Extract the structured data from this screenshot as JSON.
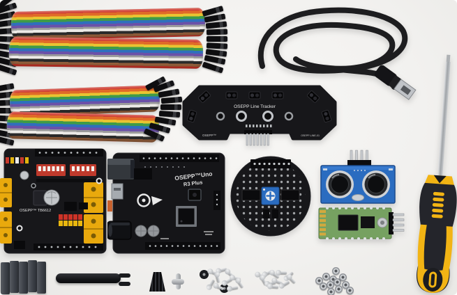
{
  "scene": {
    "description": "Flat-lay product photo of an OSEPP robotics electronics kit on a white background",
    "background": "#f2f1ef"
  },
  "colors": {
    "pcb-black": "#17171a",
    "pcb-blue": "#2a6cc0",
    "pcb-green": "#76a161",
    "terminal-yellow": "#e9a90d",
    "dip-red": "#bf3a2c",
    "handle-yellow": "#f2b414",
    "handle-black": "#24252b",
    "cable-black": "#1d1d1f",
    "metal-silver": "#c7cacd",
    "silkscreen-white": "#e4e4e4"
  },
  "items": {
    "jumper_bundle_top": {
      "name": "Rainbow ribbon jumper wires with black pin connectors",
      "wire_colors": [
        "red",
        "orange",
        "yellow",
        "green",
        "blue",
        "purple",
        "gray",
        "white",
        "black",
        "brown"
      ]
    },
    "jumper_bundle_bottom": {
      "name": "Second rainbow ribbon jumper wire bundle"
    },
    "usb_cable": {
      "name": "Coiled black USB-A cable"
    },
    "line_tracker": {
      "title": "OSEPP Line Tracker",
      "brand": "OSEPP™",
      "part_number": "OSEPP-LINE-01"
    },
    "motor_shield": {
      "title": "OSEPP™ TB6612"
    },
    "uno_board": {
      "title_line1": "OSEPP™Uno",
      "title_line2": "R3 Plus"
    },
    "round_sensor": {
      "name": "Round sensor PCB with blue trim pot"
    },
    "ultrasonic_sensor": {
      "name": "Blue ultrasonic distance sensor, two transducers, 4 pins"
    },
    "bluetooth_module": {
      "name": "Green Bluetooth serial module, 4 pins"
    },
    "screwdriver": {
      "name": "Yellow and black screwdriver"
    },
    "standoffs": {
      "name": "Dark plastic standoff blocks",
      "count": 5
    },
    "spacer_rod": {
      "name": "Black spacer rod with two pegs"
    },
    "rubber_cone": {
      "name": "Small ribbed black cone"
    },
    "caster": {
      "name": "Small metal caster piece"
    },
    "screw_pile_left": {
      "name": "Machine screws with two black washers",
      "screw_count": 10,
      "washer_count": 2
    },
    "screw_pile_right": {
      "name": "Machine screws",
      "screw_count": 11
    },
    "nut_cluster": {
      "name": "Hex nuts",
      "count": 12
    }
  }
}
